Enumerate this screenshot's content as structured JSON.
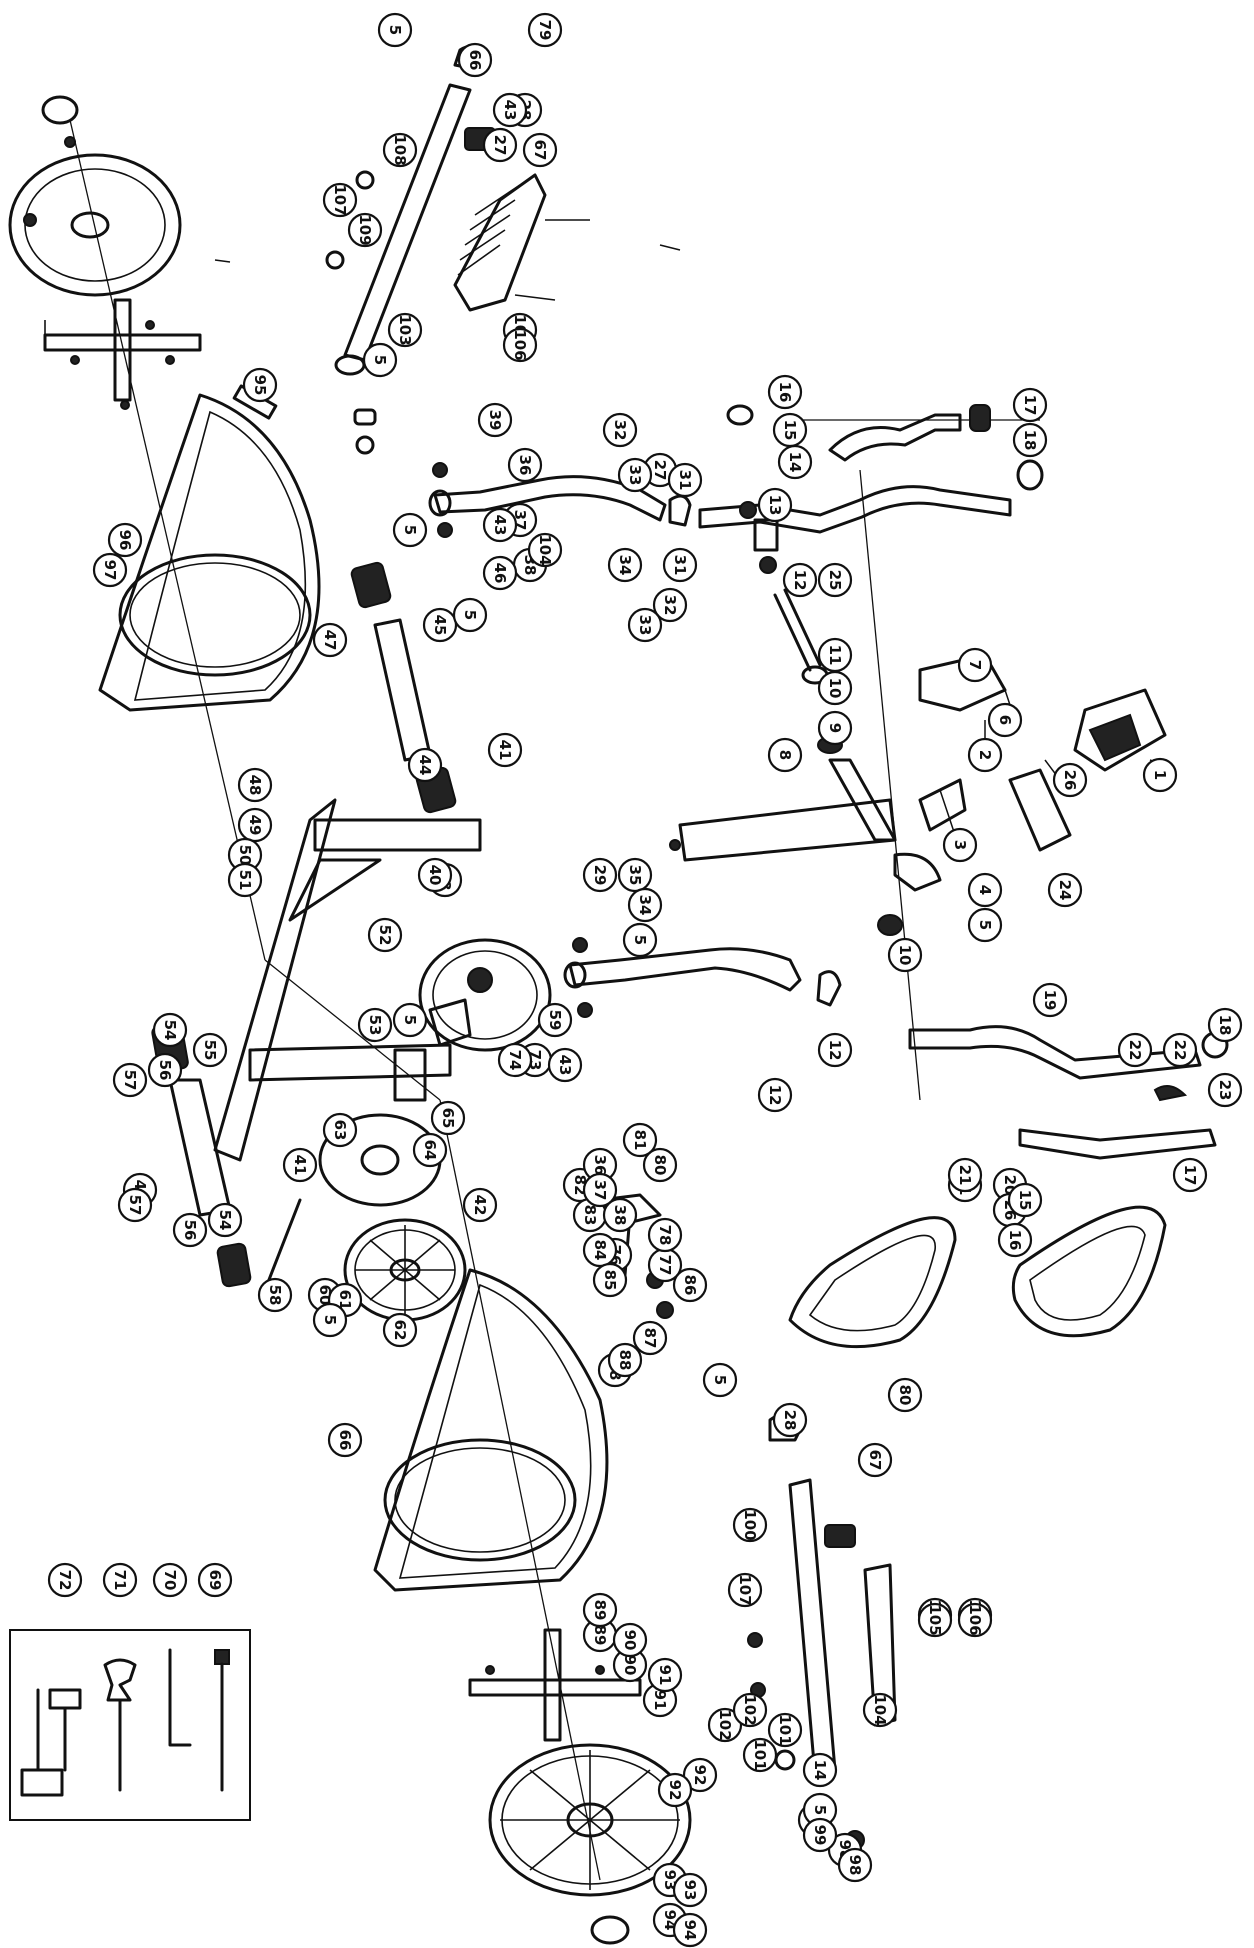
{
  "labels": [
    "1",
    "2",
    "3",
    "4",
    "5",
    "6",
    "7",
    "8",
    "9",
    "10",
    "11",
    "12",
    "13",
    "14",
    "15",
    "16",
    "17",
    "18",
    "19",
    "20",
    "21",
    "22",
    "23",
    "24",
    "25",
    "26",
    "27",
    "28",
    "29",
    "31",
    "32",
    "33",
    "34",
    "35",
    "36",
    "37",
    "38",
    "39",
    "40",
    "41",
    "42",
    "43",
    "44",
    "45",
    "46",
    "47",
    "48",
    "49",
    "50",
    "51",
    "52",
    "53",
    "54",
    "55",
    "56",
    "57",
    "58",
    "59",
    "60",
    "61",
    "62",
    "63",
    "64",
    "65",
    "66",
    "67",
    "68",
    "69",
    "70",
    "71",
    "72",
    "73",
    "74",
    "76",
    "77",
    "78",
    "79",
    "80",
    "81",
    "82",
    "83",
    "84",
    "85",
    "86",
    "87",
    "88",
    "89",
    "90",
    "91",
    "92",
    "93",
    "94",
    "95",
    "96",
    "97",
    "98",
    "99",
    "100",
    "101",
    "102",
    "103",
    "104",
    "105",
    "106",
    "107",
    "108",
    "109"
  ],
  "labels_repeated": [
    "5",
    "5",
    "5",
    "5",
    "5",
    "5",
    "5",
    "5",
    "5",
    "17",
    "18",
    "22",
    "26",
    "27",
    "28",
    "28",
    "31",
    "32",
    "33",
    "34",
    "41",
    "43",
    "43",
    "43",
    "12",
    "12",
    "15",
    "16",
    "10",
    "36",
    "37",
    "38",
    "54",
    "56",
    "57",
    "66",
    "67",
    "80",
    "89",
    "90",
    "91",
    "92",
    "93",
    "94",
    "98",
    "99",
    "101",
    "102",
    "104",
    "105",
    "105",
    "106",
    "106",
    "107",
    "14",
    "21"
  ]
}
